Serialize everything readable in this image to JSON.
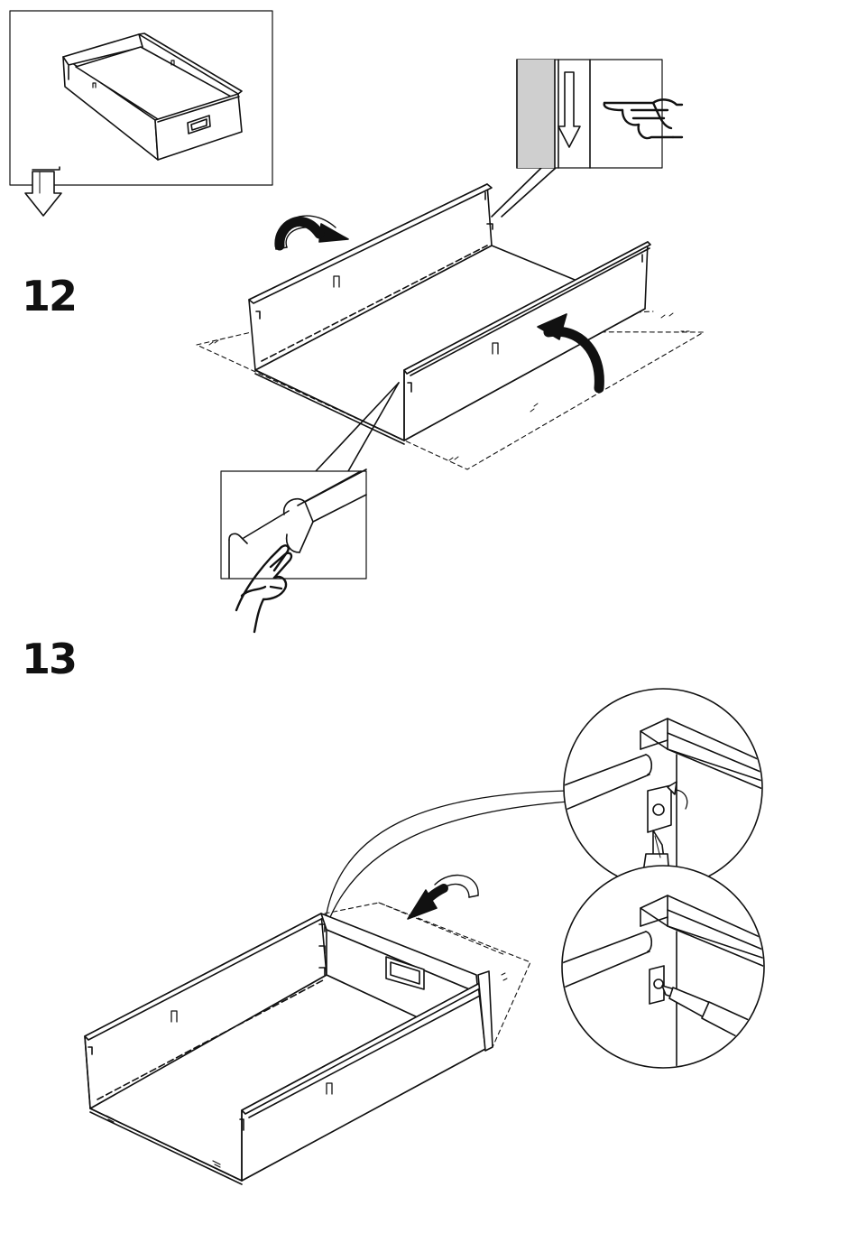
{
  "steps": [
    {
      "number": "12"
    },
    {
      "number": "13"
    }
  ],
  "colors": {
    "line": "#111111",
    "detail_shade": "#cfcfcf",
    "background": "#ffffff"
  },
  "icons": [
    "drawer-overview-illustration",
    "down-arrow-icon",
    "pointing-hand-icon",
    "fingertip-hand-icon",
    "rotate-arrow-icon",
    "screwdriver-icon",
    "cam-lock-icon"
  ]
}
